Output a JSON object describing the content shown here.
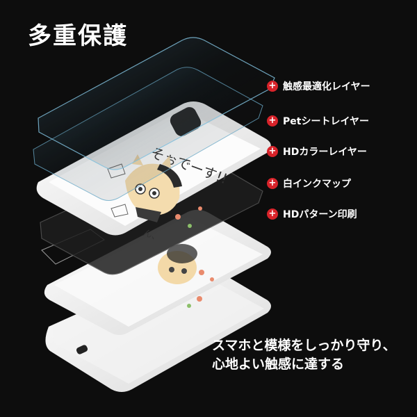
{
  "title": "多重保護",
  "layers": [
    {
      "label": "触感最適化レイヤー",
      "icon": "plus-icon"
    },
    {
      "label": "Petシートレイヤー",
      "icon": "plus-icon"
    },
    {
      "label": "HDカラーレイヤー",
      "icon": "plus-icon"
    },
    {
      "label": "白インクマップ",
      "icon": "plus-icon"
    },
    {
      "label": "HDパターン印刷",
      "icon": "plus-icon"
    }
  ],
  "tagline": [
    "スマホと模様をしっかり守り、",
    "心地よい触感に達する"
  ],
  "print_text": "そぉでーす!!",
  "print_text_small": "ん、",
  "colors": {
    "background": "#0d0d0d",
    "accent": "#d8232a",
    "text": "#ffffff"
  }
}
